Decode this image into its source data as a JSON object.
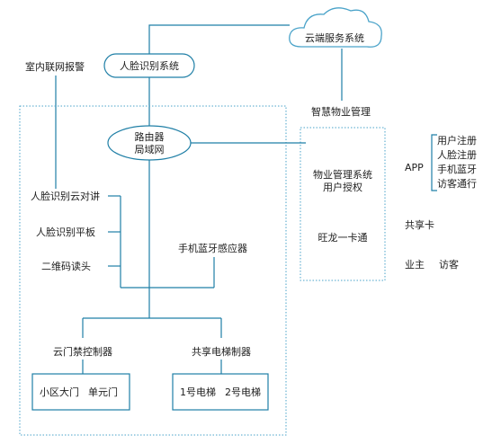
{
  "cloud": {
    "label": "云端服务系统"
  },
  "face_system": {
    "label": "人脸识别系统"
  },
  "indoor_alarm": {
    "label": "室内联网报警"
  },
  "smart_property": {
    "label": "智慧物业管理"
  },
  "router": {
    "line1": "路由器",
    "line2": "局域网"
  },
  "left_devices": [
    "人脸识别云对讲",
    "人脸识别平板",
    "二维码读头"
  ],
  "bluetooth_sensor": {
    "label": "手机蓝牙感应器"
  },
  "property_box": {
    "line1": "物业管理系统",
    "line2": "用户授权",
    "line3": "旺龙一卡通"
  },
  "app": {
    "label": "APP",
    "items": [
      "用户注册",
      "人脸注册",
      "手机蓝牙",
      "访客通行"
    ]
  },
  "shared_card": {
    "label": "共享卡"
  },
  "owner": {
    "label": "业主"
  },
  "visitor": {
    "label": "访客"
  },
  "cloud_access": {
    "label": "云门禁控制器"
  },
  "elevator_ctrl": {
    "label": "共享电梯制器"
  },
  "gates": {
    "a": "小区大门",
    "b": "单元门"
  },
  "elevators": {
    "a": "1号电梯",
    "b": "2号电梯"
  },
  "colors": {
    "line": "#1f7fa6",
    "dotted": "#4aa3c9",
    "cloud_stroke": "#4aa3c9",
    "text": "#1e1e1e"
  }
}
